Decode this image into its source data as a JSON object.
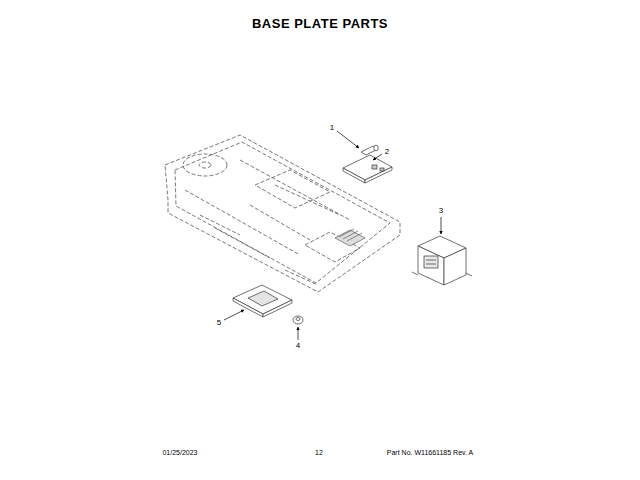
{
  "diagram": {
    "title": "BASE PLATE PARTS",
    "labels": [
      "1",
      "2",
      "3",
      "4",
      "5",
      "01/25/2023",
      "12",
      "Part No. W11661185  Rev. A"
    ]
  }
}
